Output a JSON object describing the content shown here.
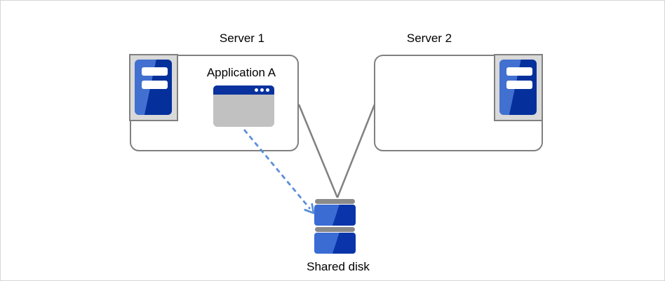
{
  "labels": {
    "server1": "Server 1",
    "server2": "Server 2",
    "application": "Application A",
    "shared_disk": "Shared disk"
  },
  "icons": {
    "server1": "server-tower-icon",
    "server2": "server-tower-icon",
    "application": "app-window-icon",
    "shared_disk": "disk-stack-icon",
    "arrow": "dashed-arrow-icon"
  },
  "colors": {
    "canvas_border": "#d6d6d6",
    "box_border": "#808080",
    "icon_frame_fill": "#d9d9d9",
    "tower_blue_light": "#4170d1",
    "tower_blue_dark": "#05309c",
    "window_titlebar": "#09329e",
    "window_body": "#c1c1c1",
    "connector_gray": "#808080",
    "arrow_blue": "#5b8fd8",
    "disk_cap_gray": "#8a8a8a",
    "disk_blue_light": "#3a6cd4",
    "disk_blue_dark": "#0a35aa"
  }
}
